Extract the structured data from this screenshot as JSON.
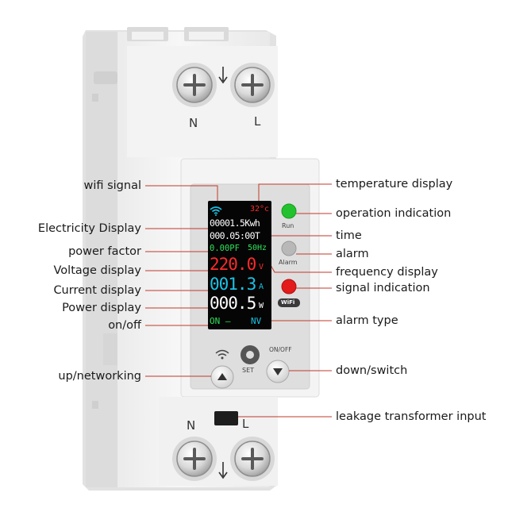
{
  "labels_left": {
    "wifi_signal": "wifi signal",
    "electricity_display": "Electricity Display",
    "power_factor": "power factor",
    "voltage_display": "Voltage display",
    "current_display": "Current display",
    "power_display": "Power display",
    "on_off": "on/off",
    "up_networking": "up/networking"
  },
  "labels_right": {
    "temperature_display": "temperature display",
    "operation_indication": "operation indication",
    "time": "time",
    "alarm": "alarm",
    "frequency_display": "frequency display",
    "signal_indication": "signal indication",
    "alarm_type": "alarm type",
    "down_switch": "down/switch",
    "leakage_transformer_input": "leakage transformer input"
  },
  "lcd": {
    "temperature": "32°c",
    "energy": "00001.5Kwh",
    "time": "000.05:00T",
    "power_factor": "0.00PF",
    "frequency": "50Hz",
    "voltage": "220.0",
    "voltage_unit": "V",
    "current": "001.3",
    "current_unit": "A",
    "power": "000.5",
    "power_unit": "W",
    "on_state": "ON —",
    "alarm_code": "NV"
  },
  "indicators": {
    "run_label": "Run",
    "alarm_label": "Alarm",
    "wifi_badge": "WiFi",
    "run_color": "#22c22e",
    "alarm_color": "#b8b8b8",
    "signal_color": "#e31b1b"
  },
  "buttons": {
    "set_label": "SET",
    "onoff_label": "ON/OFF"
  },
  "terminals": {
    "top_n": "N",
    "top_l": "L",
    "bottom_n": "N",
    "bottom_l": "L"
  },
  "colors": {
    "callout_line": "#c0392b",
    "lcd_cyan": "#19c3e6",
    "lcd_red": "#ff2a2a",
    "lcd_green": "#2ee05a",
    "lcd_white": "#ffffff"
  }
}
